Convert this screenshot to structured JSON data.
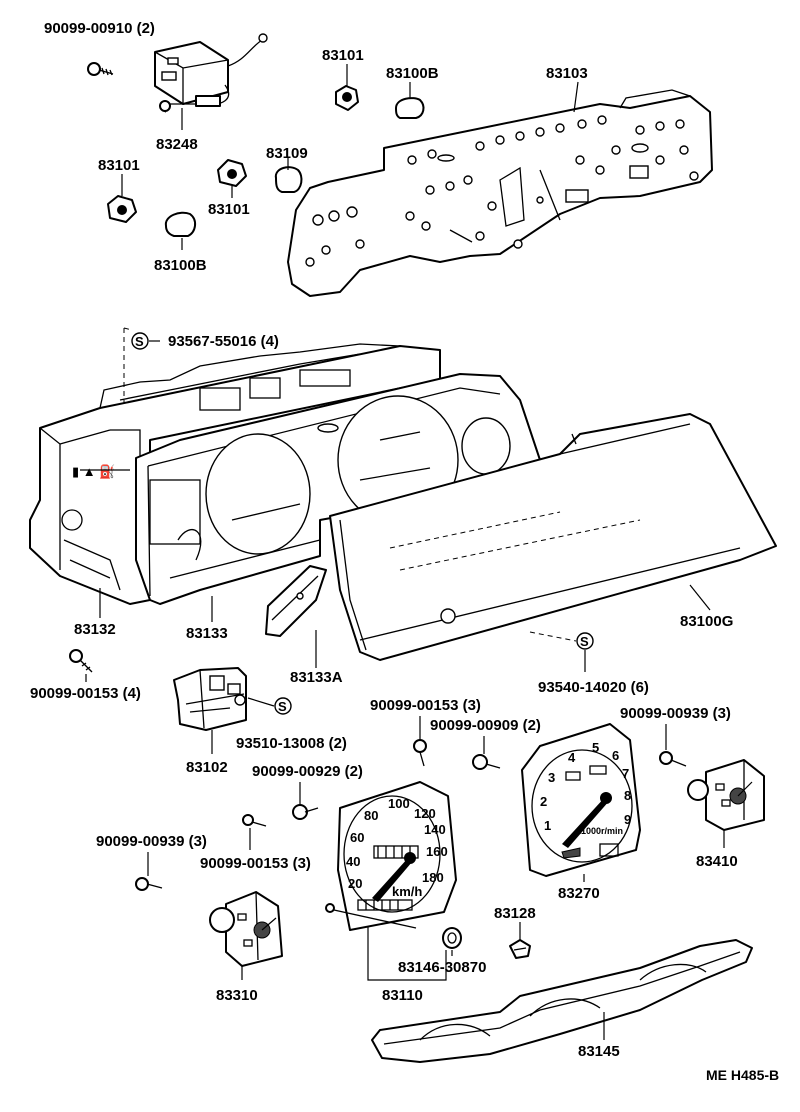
{
  "labels": {
    "p_90099_00910": "90099-00910 (2)",
    "p_83248": "83248",
    "p_83101_top": "83101",
    "p_83100b_top": "83100B",
    "p_83103": "83103",
    "p_83101_left": "83101",
    "p_83109": "83109",
    "p_83101_mid": "83101",
    "p_83100b_bottom": "83100B",
    "p_93567_55016": "93567-55016 (4)",
    "p_83132": "83132",
    "p_83133": "83133",
    "p_83133a": "83133A",
    "p_83100g": "83100G",
    "p_93540_14020": "93540-14020 (6)",
    "p_90099_00153_4": "90099-00153 (4)",
    "p_93510_13008": "93510-13008 (2)",
    "p_83102": "83102",
    "p_90099_00153_3a": "90099-00153 (3)",
    "p_90099_00909": "90099-00909 (2)",
    "p_90099_00939_3a": "90099-00939 (3)",
    "p_90099_00929": "90099-00929 (2)",
    "p_90099_00939_3b": "90099-00939 (3)",
    "p_90099_00153_3b": "90099-00153 (3)",
    "p_83270": "83270",
    "p_83410": "83410",
    "p_83128": "83128",
    "p_83310": "83310",
    "p_83146_30870": "83146-30870",
    "p_83110": "83110",
    "p_83145": "83145",
    "drawing_code": "ME H485-B"
  },
  "symbols": {
    "s_mark": "S"
  },
  "gauge_text": {
    "speedo_scale": [
      "20",
      "40",
      "60",
      "80",
      "100",
      "120",
      "140",
      "160",
      "180"
    ],
    "speedo_unit": "km/h",
    "tach_scale": [
      "1",
      "2",
      "3",
      "4",
      "5",
      "6",
      "7",
      "8",
      "9"
    ],
    "tach_unit": "x1000r/min"
  }
}
